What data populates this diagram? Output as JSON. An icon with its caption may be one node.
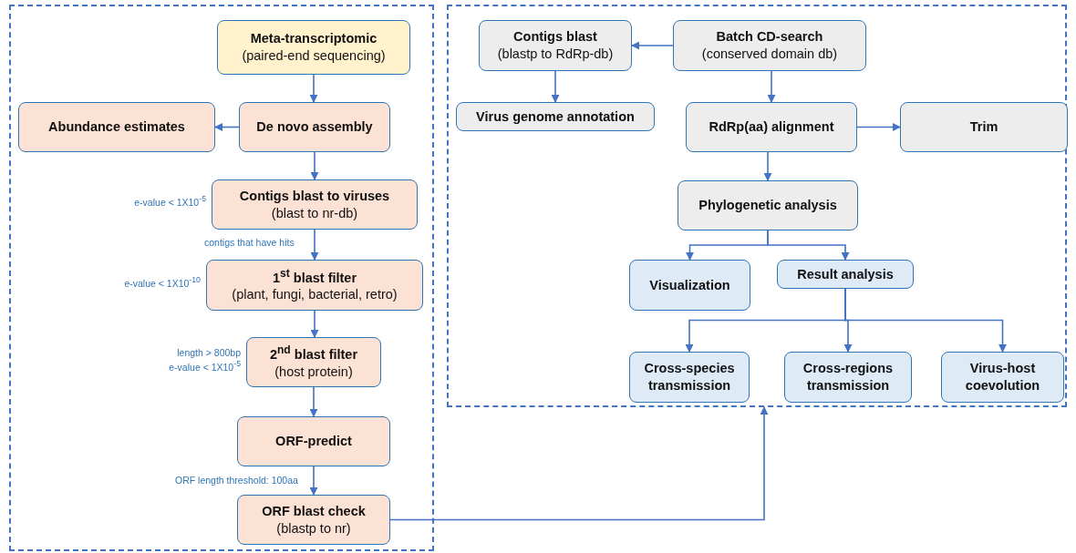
{
  "diagram": {
    "nodes": [
      {
        "text": [],
        "shape": "box"
      },
      {
        "text": [
          "Meta-transcriptomic",
          "(paired-end sequencing)"
        ],
        "in": 0
      },
      {
        "text": [
          "Abundance estimates"
        ],
        "in": 0
      },
      {
        "text": [
          "De novo assembly"
        ],
        "in": 0
      },
      {
        "text": [
          "Contigs blast to viruses",
          "(blast to nr-db)"
        ],
        "in": 0,
        "beside": [
          "e-value < 1X10$^{-5}$"
        ]
      },
      {
        "text": [
          "1$^{st}$  blast filter",
          "(plant, fungi, bacterial, retro)"
        ],
        "in": 0,
        "beside": [
          "e-value < 1X10$^{-10}$"
        ]
      },
      {
        "text": [
          "2$^{nd}$  blast filter",
          "(host protein)"
        ],
        "in": 0,
        "beside": [
          "length > 800bp",
          "e-value < 1X10$^{-5}$"
        ]
      },
      {
        "text": [
          "ORF-predict"
        ],
        "in": 0
      },
      {
        "text": [
          "ORF blast check",
          "(blastp to nr)"
        ],
        "in": 0
      },
      {
        "text": [],
        "shape": "box"
      },
      {
        "text": [
          "Contigs blast",
          "(blastp to RdRp-db)"
        ],
        "in": 9
      },
      {
        "text": [
          "Batch CD-search",
          "(conserved domain db)"
        ],
        "in": 9
      },
      {
        "text": [
          "Virus genome annotation"
        ],
        "in": 9
      },
      {
        "text": [
          "RdRp(aa) alignment"
        ],
        "in": 9
      },
      {
        "text": [
          "Trim"
        ],
        "in": 9
      },
      {
        "text": [
          "Phylogenetic analysis"
        ],
        "in": 9
      },
      {
        "text": [
          "Visualization"
        ],
        "in": 9
      },
      {
        "text": [
          "Result analysis"
        ],
        "in": 9
      },
      {
        "text": [
          "Cross-species transmission"
        ],
        "in": 9
      },
      {
        "text": [
          "Cross-regions transmission"
        ],
        "in": 9
      },
      {
        "text": [
          "Virus-host coevolution"
        ],
        "in": 9
      }
    ],
    "edges": [
      {
        "from": 1,
        "to": 3,
        "arrow": "to"
      },
      {
        "from": 3,
        "to": 2,
        "arrow": "to"
      },
      {
        "from": 3,
        "to": 4,
        "arrow": "to"
      },
      {
        "from": 4,
        "to": 5,
        "arrow": "to",
        "label": "contigs that have hits"
      },
      {
        "from": 5,
        "to": 6,
        "arrow": "to"
      },
      {
        "from": 6,
        "to": 7,
        "arrow": "to"
      },
      {
        "from": 7,
        "to": 8,
        "arrow": "to",
        "label": "ORF length threshold: 100aa"
      },
      {
        "from": 8,
        "to": 9,
        "arrow": "to"
      },
      {
        "from": 11,
        "to": 10,
        "arrow": "to"
      },
      {
        "from": 10,
        "to": 12,
        "arrow": "to"
      },
      {
        "from": 11,
        "to": 13,
        "arrow": "to"
      },
      {
        "from": 13,
        "to": 14,
        "arrow": "to"
      },
      {
        "from": 13,
        "to": 15,
        "arrow": "to"
      },
      {
        "from": 15,
        "to": 16,
        "arrow": "to"
      },
      {
        "from": 15,
        "to": 17,
        "arrow": "to"
      },
      {
        "from": 17,
        "to": 18,
        "arrow": "to"
      },
      {
        "from": 17,
        "to": 19,
        "arrow": "to"
      },
      {
        "from": 17,
        "to": 20,
        "arrow": "to"
      }
    ]
  }
}
